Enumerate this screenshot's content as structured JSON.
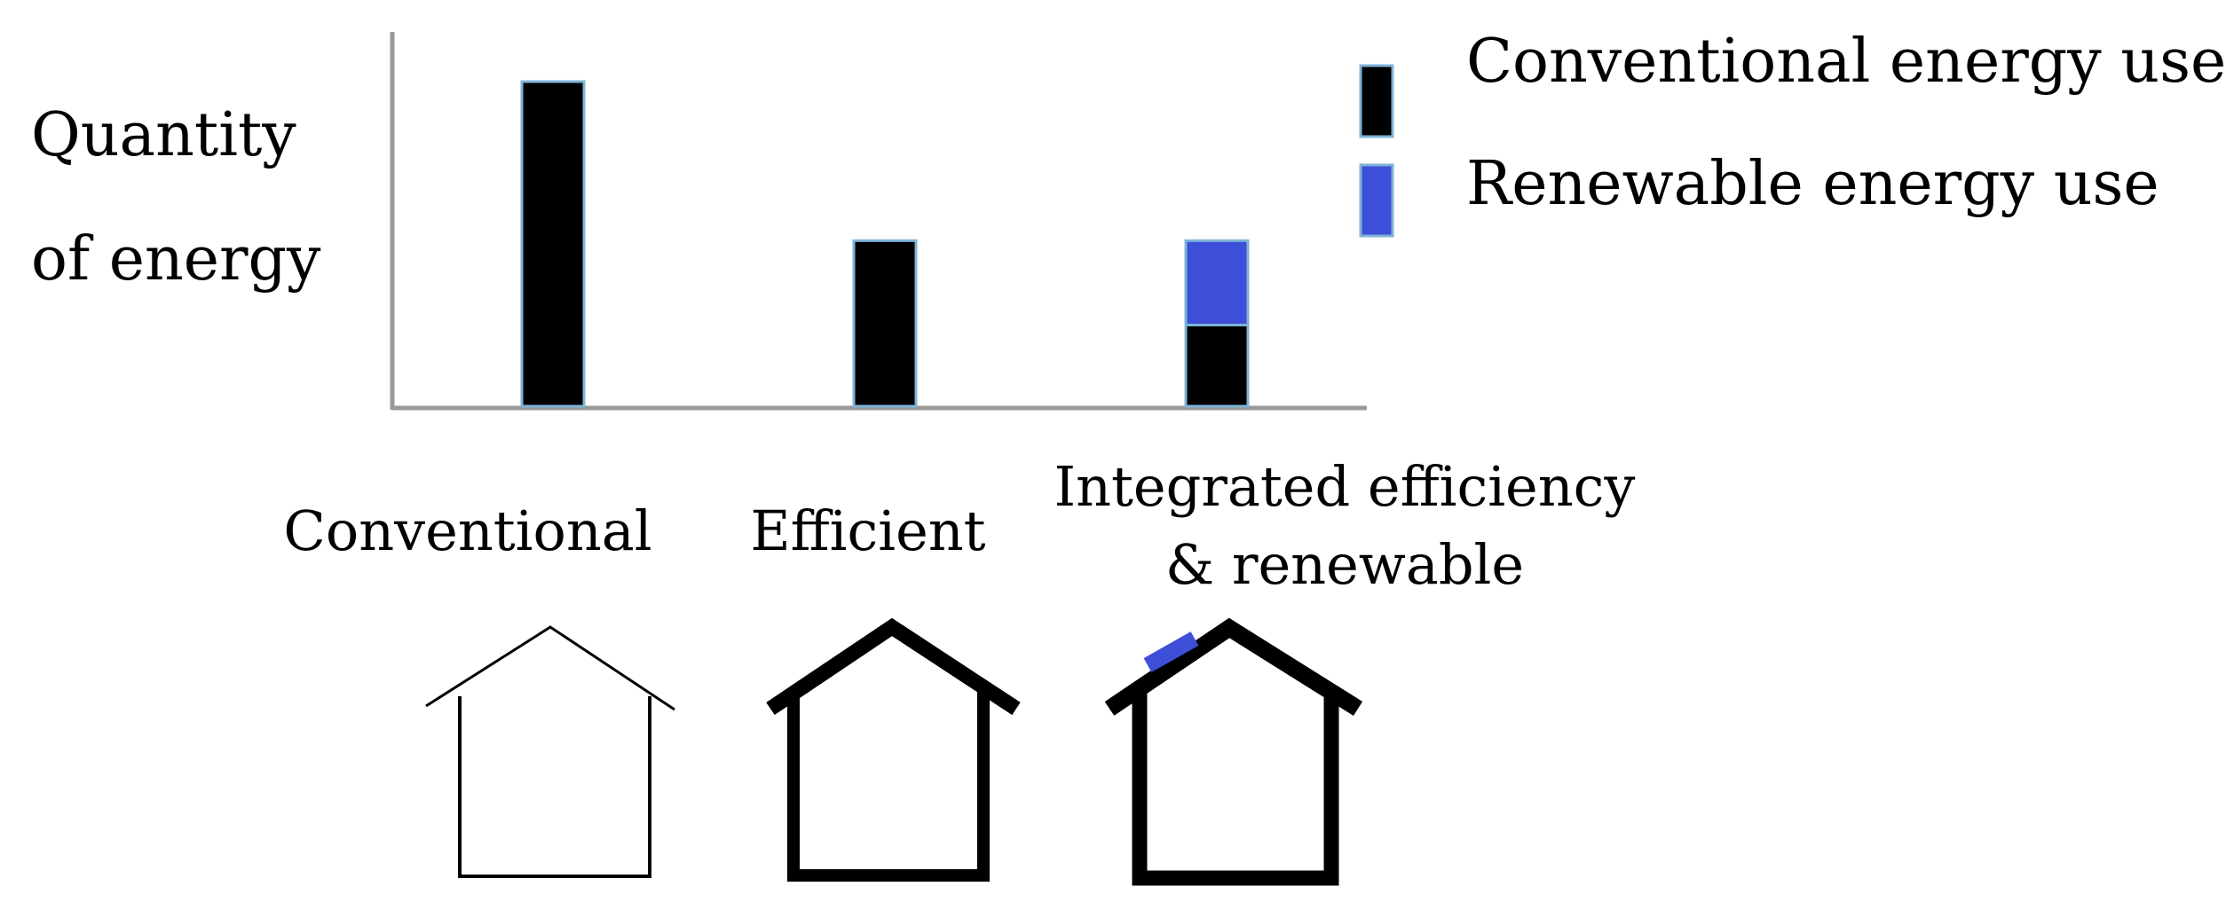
{
  "chart_data": {
    "type": "bar",
    "stacked": true,
    "ylabel": [
      "Quantity",
      "of energy"
    ],
    "categories": [
      [
        "Conventional"
      ],
      [
        "Efficient"
      ],
      [
        "Integrated efficiency",
        "& renewable"
      ]
    ],
    "series": [
      {
        "name": "Conventional energy use",
        "color": "#000000",
        "values": [
          100,
          51,
          25
        ]
      },
      {
        "name": "Renewable energy use",
        "color": "#3d4fd8",
        "values": [
          0,
          0,
          26
        ]
      }
    ],
    "ylim": [
      0,
      110
    ],
    "grid": false,
    "legend": "top-right",
    "bar_outline_color": "#7fb3d8",
    "house_icons": [
      "house-thin-icon",
      "house-thick-icon",
      "house-solar-icon"
    ]
  }
}
